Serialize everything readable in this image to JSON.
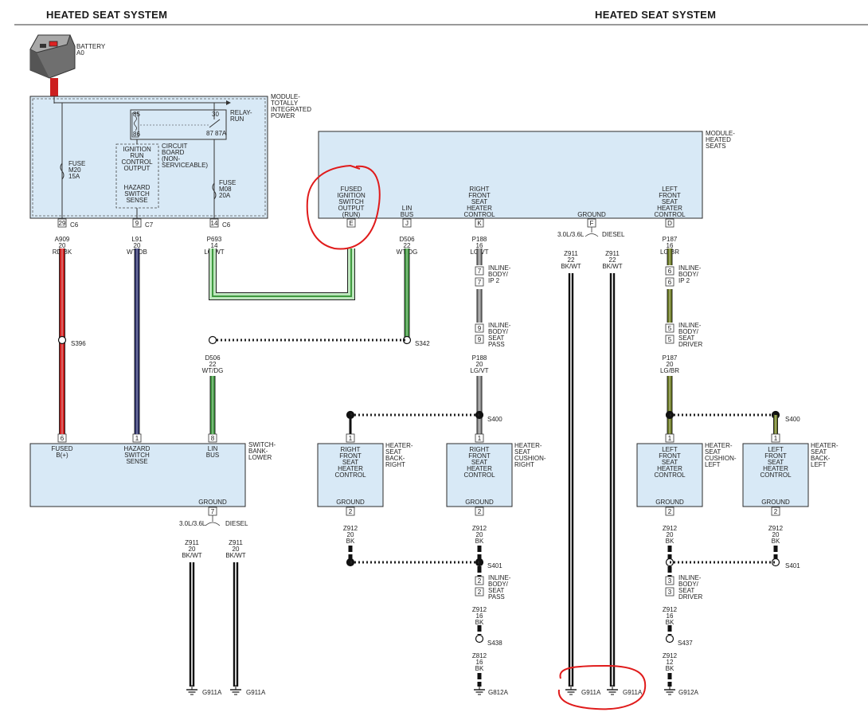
{
  "title_left": "HEATED SEAT SYSTEM",
  "title_right": "HEATED SEAT SYSTEM",
  "colors": {
    "module_fill": "#d8e9f6",
    "red_wire": "#cc1f1f",
    "navy_wire": "#2b2f6b",
    "green_wire": "#3e9a3e",
    "gray_wire": "#8c8c8c",
    "olive_wire": "#6b7a1f",
    "black_wire": "#111111",
    "annotation": "#e01b1b"
  },
  "battery": {
    "name": "BATTERY",
    "code": "A0"
  },
  "tipm": {
    "label": [
      "MODULE-",
      "TOTALLY",
      "INTEGRATED",
      "POWER"
    ],
    "relay": [
      "RELAY-",
      "RUN"
    ],
    "relay_pins": [
      "85",
      "86",
      "30",
      "87",
      "87A"
    ],
    "circuit_board": [
      "CIRCUIT",
      "BOARD",
      "(NON-",
      "SERVICEABLE)"
    ],
    "ign_output": [
      "IGNITION",
      "RUN",
      "CONTROL",
      "OUTPUT"
    ],
    "hazard_sense": [
      "HAZARD",
      "SWITCH",
      "SENSE"
    ],
    "fuse_m20": [
      "FUSE",
      "M20",
      "15A"
    ],
    "fuse_m08": [
      "FUSE",
      "M08",
      "20A"
    ],
    "pins": [
      {
        "pin": "29",
        "conn": "C6",
        "wire": [
          "A909",
          "20",
          "RD/BK"
        ]
      },
      {
        "pin": "9",
        "conn": "C7",
        "wire": [
          "L91",
          "20",
          "WT/DB"
        ]
      },
      {
        "pin": "14",
        "conn": "C6",
        "wire": [
          "P693",
          "14",
          "LG/WT"
        ]
      }
    ]
  },
  "heated_seats_module": {
    "label": [
      "MODULE-",
      "HEATED",
      "SEATS"
    ],
    "pins": [
      {
        "pin": "E",
        "name": [
          "FUSED",
          "IGNITION",
          "SWITCH",
          "OUTPUT",
          "(RUN)"
        ]
      },
      {
        "pin": "J",
        "name": [
          "LIN",
          "BUS"
        ],
        "wire": [
          "D506",
          "22",
          "WT/DG"
        ]
      },
      {
        "pin": "K",
        "name": [
          "RIGHT",
          "FRONT",
          "SEAT",
          "HEATER",
          "CONTROL"
        ],
        "wire": [
          "P188",
          "16",
          "LG/VT"
        ]
      },
      {
        "pin": "F",
        "name": [
          "GROUND"
        ]
      },
      {
        "pin": "D",
        "name": [
          "LEFT",
          "FRONT",
          "SEAT",
          "HEATER",
          "CONTROL"
        ],
        "wire": [
          "P187",
          "16",
          "LG/BR"
        ]
      }
    ],
    "ground_split": [
      "3.0L/3.6L",
      "DIESEL"
    ],
    "ground_wire_a": [
      "Z911",
      "22",
      "BK/WT"
    ],
    "ground_wire_b": [
      "Z911",
      "22",
      "BK/WT"
    ]
  },
  "splices": {
    "s396": "S396",
    "s342": "S342",
    "s400_r": "S400",
    "s400_l": "S400",
    "s401_r": "S401",
    "s401_l": "S401",
    "s438": "S438",
    "s437": "S437"
  },
  "d506_lower": [
    "D506",
    "22",
    "WT/DG"
  ],
  "inline_ip2_r": {
    "pin": "7",
    "label": [
      "INLINE-",
      "BODY/",
      "IP 2"
    ]
  },
  "inline_pass": {
    "pin": "9",
    "label": [
      "INLINE-",
      "BODY/",
      "SEAT",
      "PASS"
    ]
  },
  "p188_lower": [
    "P188",
    "20",
    "LG/VT"
  ],
  "inline_ip2_l": {
    "pin": "6",
    "label": [
      "INLINE-",
      "BODY/",
      "IP 2"
    ]
  },
  "inline_driver": {
    "pin": "5",
    "label": [
      "INLINE-",
      "BODY/",
      "SEAT",
      "DRIVER"
    ]
  },
  "p187_lower": [
    "P187",
    "20",
    "LG/BR"
  ],
  "switch_bank": {
    "label": [
      "SWITCH-",
      "BANK-",
      "LOWER"
    ],
    "pin_fused": {
      "pin": "6",
      "name": [
        "FUSED",
        "B(+)"
      ]
    },
    "pin_hazard": {
      "pin": "1",
      "name": [
        "HAZARD",
        "SWITCH",
        "SENSE"
      ]
    },
    "pin_lin": {
      "pin": "8",
      "name": [
        "LIN",
        "BUS"
      ]
    },
    "ground": "GROUND",
    "ground_pin": "7",
    "ground_split": [
      "3.0L/3.6L",
      "DIESEL"
    ],
    "wire_a": [
      "Z911",
      "20",
      "BK/WT"
    ],
    "wire_b": [
      "Z911",
      "20",
      "BK/WT"
    ],
    "gnd_a": "G911A",
    "gnd_b": "G911A"
  },
  "heaters": [
    {
      "id": "rb",
      "body": [
        "RIGHT",
        "FRONT",
        "SEAT",
        "HEATER",
        "CONTROL"
      ],
      "side": [
        "HEATER-",
        "SEAT",
        "BACK-",
        "RIGHT"
      ],
      "top_pin": "1",
      "ground": "GROUND",
      "gnd_pin": "2",
      "wire": [
        "Z912",
        "20",
        "BK"
      ]
    },
    {
      "id": "rc",
      "body": [
        "RIGHT",
        "FRONT",
        "SEAT",
        "HEATER",
        "CONTROL"
      ],
      "side": [
        "HEATER-",
        "SEAT",
        "CUSHION-",
        "RIGHT"
      ],
      "top_pin": "1",
      "ground": "GROUND",
      "gnd_pin": "2",
      "wire": [
        "Z912",
        "20",
        "BK"
      ]
    },
    {
      "id": "lc",
      "body": [
        "LEFT",
        "FRONT",
        "SEAT",
        "HEATER",
        "CONTROL"
      ],
      "side": [
        "HEATER-",
        "SEAT",
        "CUSHION-",
        "LEFT"
      ],
      "top_pin": "1",
      "ground": "GROUND",
      "gnd_pin": "2",
      "wire": [
        "Z912",
        "20",
        "BK"
      ]
    },
    {
      "id": "lb",
      "body": [
        "LEFT",
        "FRONT",
        "SEAT",
        "HEATER",
        "CONTROL"
      ],
      "side": [
        "HEATER-",
        "SEAT",
        "BACK-",
        "LEFT"
      ],
      "top_pin": "1",
      "ground": "GROUND",
      "gnd_pin": "2",
      "wire": [
        "Z912",
        "20",
        "BK"
      ]
    }
  ],
  "right_ground_chain": {
    "inline": {
      "pin": "2",
      "label": [
        "INLINE-",
        "BODY/",
        "SEAT",
        "PASS"
      ]
    },
    "wire_mid": [
      "Z912",
      "16",
      "BK"
    ],
    "wire_low": [
      "Z812",
      "16",
      "BK"
    ],
    "ground": "G812A"
  },
  "left_ground_chain": {
    "inline": {
      "pin": "3",
      "label": [
        "INLINE-",
        "BODY/",
        "SEAT",
        "DRIVER"
      ]
    },
    "wire_mid": [
      "Z912",
      "16",
      "BK"
    ],
    "wire_low": [
      "Z912",
      "12",
      "BK"
    ],
    "ground": "G912A"
  },
  "center_grounds": {
    "a": "G911A",
    "b": "G911A"
  }
}
